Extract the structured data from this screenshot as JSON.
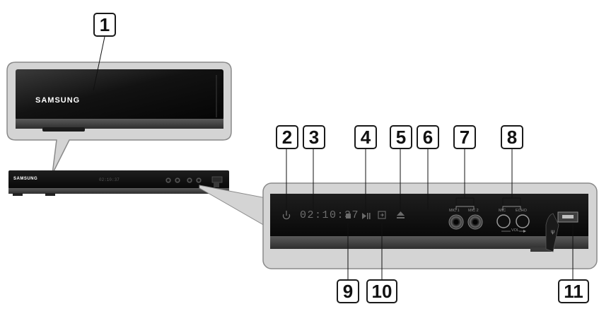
{
  "brand": "SAMSUNG",
  "callouts": {
    "c1": "1",
    "c2": "2",
    "c3": "3",
    "c4": "4",
    "c5": "5",
    "c6": "6",
    "c7": "7",
    "c8": "8",
    "c9": "9",
    "c10": "10",
    "c11": "11"
  },
  "panel": {
    "display_readout": "02:10:37",
    "mic1_label": "MIC 1",
    "mic2_label": "MIC 2",
    "mic_label": "MIC",
    "echo_label": "ECHO",
    "vol_label": "VOL"
  },
  "colors": {
    "device_body": "#0e0e0e",
    "bottom_strip": "#4a4a4a",
    "zoom_frame": "#d4d4d4",
    "panel_print": "#8f8f8f"
  }
}
